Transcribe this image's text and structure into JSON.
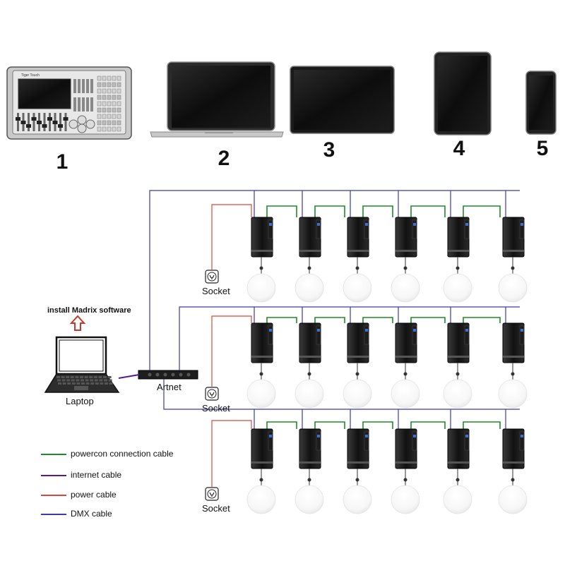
{
  "devices": [
    {
      "number": "1",
      "console_brand": "Tiger Touch"
    },
    {
      "number": "2"
    },
    {
      "number": "3"
    },
    {
      "number": "4"
    },
    {
      "number": "5"
    }
  ],
  "laptop": {
    "label": "Laptop",
    "note": "install Madrix software"
  },
  "artnet": {
    "label": "Artnet"
  },
  "socket_label": "Socket",
  "rows": 3,
  "fixtures_per_row": 6,
  "legend": [
    {
      "label": "powercon connection cable",
      "color": "#1e8c2a"
    },
    {
      "label": "internet cable",
      "color": "#5a1a8c"
    },
    {
      "label": "power cable",
      "color": "#d9483b"
    },
    {
      "label": "DMX cable",
      "color": "#3a3aa8"
    }
  ],
  "colors": {
    "powercon": "#1e8c2a",
    "internet": "#5a1a8c",
    "power": "#d9483b",
    "dmx": "#3a3aa8",
    "arrow": "#c0392b"
  }
}
